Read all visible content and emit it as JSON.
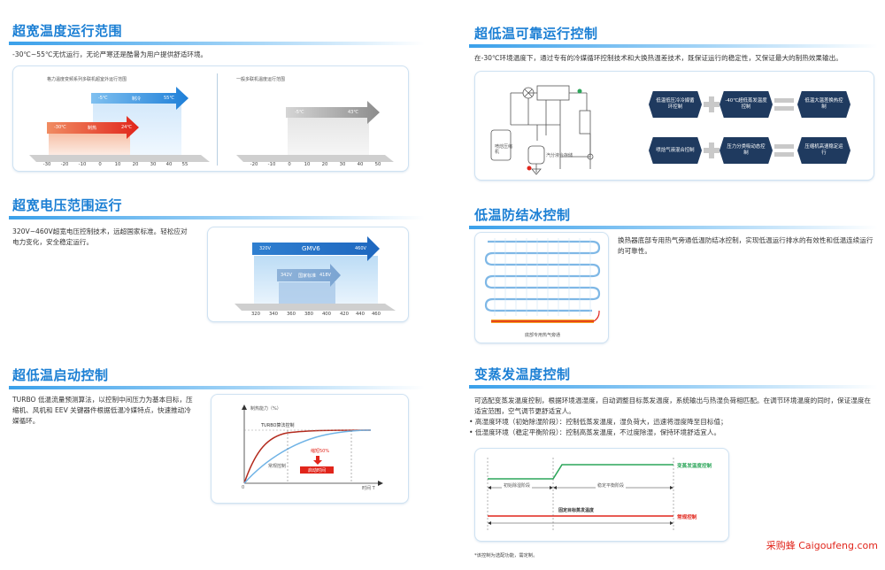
{
  "watermark": "采购蜂 Caigoufeng.com",
  "colors": {
    "title_blue": "#1b7fd4",
    "dark_navy": "#1f3a5f",
    "red": "#e1251b",
    "green": "#2ca65a"
  },
  "s1": {
    "title": "超宽温度运行范围",
    "text": "-30℃~55℃无忧运行，无论严寒还是酷暑为用户提供舒适环境。",
    "left_caption": "格力温度变频系列多联机超室外运行范围",
    "right_caption": "一般多联机温度运行范围",
    "arrow_cool_start": "-5℃",
    "arrow_cool_mid": "制冷",
    "arrow_cool_end": "55℃",
    "arrow_heat_start": "-30℃",
    "arrow_heat_mid": "制热",
    "arrow_heat_end": "24℃",
    "arrow_gen_start": "-5℃",
    "arrow_gen_end": "43℃",
    "left_ticks": [
      "-30",
      "-20",
      "-10",
      "0",
      "10",
      "20",
      "30",
      "40",
      "55"
    ],
    "right_ticks": [
      "-20",
      "-10",
      "0",
      "10",
      "20",
      "30",
      "40",
      "50"
    ]
  },
  "s2": {
    "title": "超宽电压范围运行",
    "text": "320V~460V超宽电压控制技术，远超国家标准。轻松应对电力变化，安全稳定运行。",
    "wide_start": "320V",
    "wide_label": "GMV6",
    "wide_end": "460V",
    "nat_start": "342V",
    "nat_label": "国家标准",
    "nat_end": "418V",
    "ticks": [
      "320",
      "340",
      "360",
      "380",
      "400",
      "420",
      "440",
      "460"
    ]
  },
  "s3": {
    "title": "超低温启动控制",
    "text": "TURBO 低温流量预测算法，以控制中间压力为基本目标，压缩机、风机和 EEV 关键器件根据低温冷媒特点，快速推动冷媒循环。",
    "y_label": "制热能力（%）",
    "x_label": "时间 T",
    "origin": "0",
    "turbo_label": "TURBO算法控制",
    "normal_label": "常规控制",
    "shorten_label": "缩短50%",
    "start_label": "启动时间"
  },
  "s4": {
    "title": "超低温可靠运行控制",
    "text": "在-30℃环境温度下，通过专有的冷媒循环控制技术和大换热温差技术，既保证运行的稳定性，又保证最大的制热效果输出。",
    "diagram_label_1": "喷焓压缩机",
    "diagram_label_2": "汽分液合存储",
    "row1": [
      "低温低压冷冷媒循环控制",
      "-40℃超低蒸发温度控制",
      "低温大温差换热控制"
    ],
    "row2": [
      "喷焓气液混合控制",
      "压力分类吸动态控制",
      "压缩机高速稳定运行"
    ]
  },
  "s5": {
    "title": "低温防结冰控制",
    "text": "换热器底部专用热气旁通低温防结冰控制，实现低温运行排水的有效性和低温连续运行的可靠性。",
    "caption": "底部专用热气旁通"
  },
  "s6": {
    "title": "变蒸发温度控制",
    "text": "可选配变蒸发温度控制，根据环境温湿度，自动调整目标蒸发温度，系统输出与热湿负荷相匹配。在调节环境温度的同时，保证湿度在适宜范围，空气调节更舒适宜人。",
    "bullet1": "• 高湿度环境（初始除湿阶段）：控制低蒸发温度，湿负荷大，迅速将湿度降至目标值；",
    "bullet2": "• 低湿度环境（稳定平衡阶段）：控制高蒸发温度，不过度除湿，保持环境舒适宜人。",
    "stage1": "初始除湿阶段",
    "stage2": "稳定平衡阶段",
    "fixed_label": "固定目标蒸发温度",
    "green_label": "变蒸发温度控制",
    "red_label": "常规控制",
    "footnote": "*该控制为选配功能，需定制。"
  }
}
